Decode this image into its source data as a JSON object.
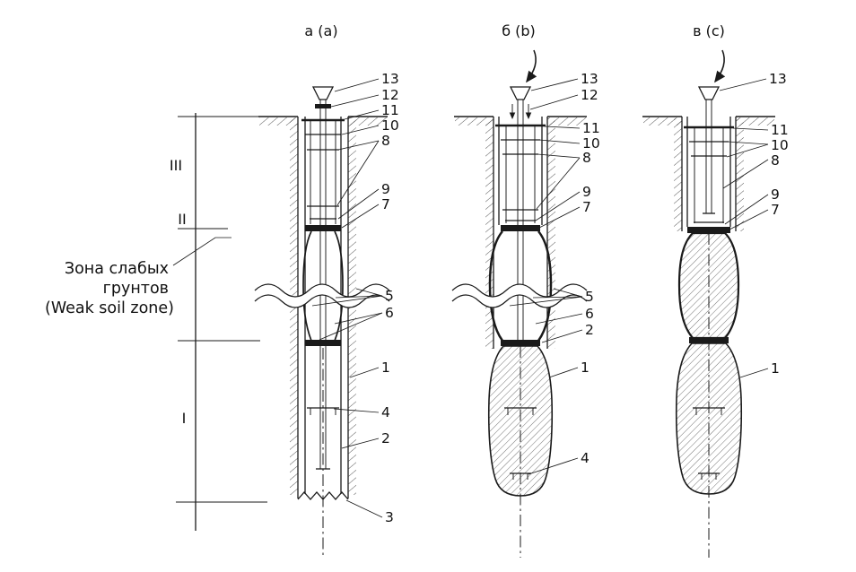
{
  "figure": {
    "type": "technical-diagram",
    "background": "#ffffff",
    "line_color": "#1a1a1a",
    "zone_axis": {
      "zone_top": "III",
      "zone_mid": "II",
      "zone_bottom": "I",
      "weak_zone": {
        "line1": "Зона слабых",
        "line2": "грунтов",
        "line3": "(Weak soil zone)"
      }
    },
    "diagrams": [
      {
        "title": "а (a)",
        "labels": {
          "n13": "13",
          "n12": "12",
          "n11": "11",
          "n10": "10",
          "n8": "8",
          "n9": "9",
          "n7": "7",
          "n5": "5",
          "n6": "6",
          "n1": "1",
          "n4": "4",
          "n2": "2",
          "n3": "3"
        }
      },
      {
        "title": "б (b)",
        "labels": {
          "n13": "13",
          "n12": "12",
          "n11": "11",
          "n10": "10",
          "n8": "8",
          "n9": "9",
          "n7": "7",
          "n5": "5",
          "n6": "6",
          "n2": "2",
          "n1": "1",
          "n4": "4"
        }
      },
      {
        "title": "в (c)",
        "labels": {
          "n13": "13",
          "n11": "11",
          "n10": "10",
          "n8": "8",
          "n9": "9",
          "n7": "7",
          "n1": "1"
        }
      }
    ]
  }
}
